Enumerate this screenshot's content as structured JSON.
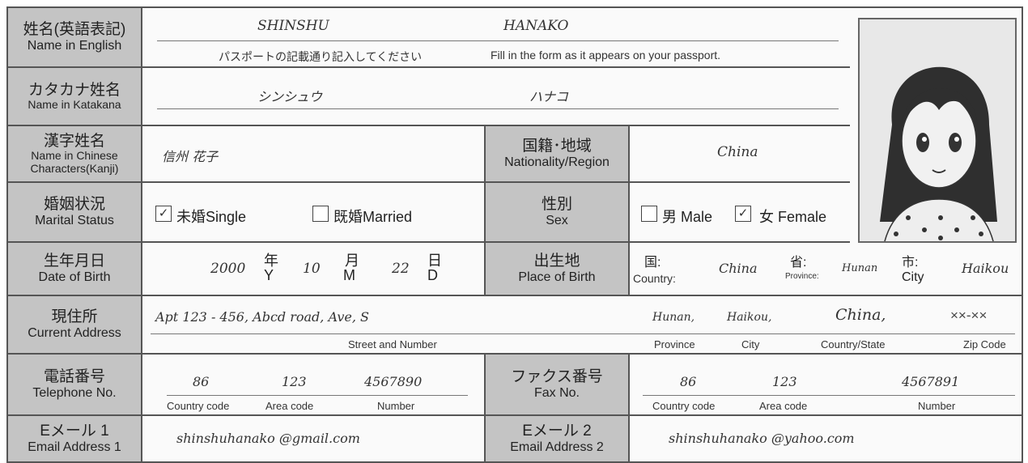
{
  "labels": {
    "name_en": {
      "jp": "姓名(英語表記)",
      "en": "Name in English"
    },
    "katakana": {
      "jp": "カタカナ姓名",
      "en": "Name in Katakana"
    },
    "kanji": {
      "jp": "漢字姓名",
      "en1": "Name in Chinese",
      "en2": "Characters(Kanji)"
    },
    "nationality": {
      "jp": "国籍･地域",
      "en": "Nationality/Region"
    },
    "marital": {
      "jp": "婚姻状況",
      "en": "Marital Status"
    },
    "sex": {
      "jp": "性別",
      "en": "Sex"
    },
    "dob": {
      "jp": "生年月日",
      "en": "Date of Birth"
    },
    "pob": {
      "jp": "出生地",
      "en": "Place of Birth"
    },
    "address": {
      "jp": "現住所",
      "en": "Current Address"
    },
    "tel": {
      "jp": "電話番号",
      "en": "Telephone No."
    },
    "fax": {
      "jp": "ファクス番号",
      "en": "Fax No."
    },
    "email1": {
      "jp": "Eメール 1",
      "en": "Email Address 1"
    },
    "email2": {
      "jp": "Eメール 2",
      "en": "Email Address 2"
    }
  },
  "values": {
    "surname_en": "SHINSHU",
    "given_en": "HANAKO",
    "passport_note_jp": "パスポートの記載通り記入してください",
    "passport_note_en": "Fill in the form as it appears on your passport.",
    "surname_kana": "シンシュウ",
    "given_kana": "ハナコ",
    "kanji_name": "信州 花子",
    "nationality": "China",
    "marital_single": "未婚Single",
    "marital_married": "既婚Married",
    "marital_single_checked": true,
    "marital_married_checked": false,
    "sex_male": "男 Male",
    "sex_female": "女 Female",
    "sex_male_checked": false,
    "sex_female_checked": true,
    "dob_year": "2000",
    "dob_month": "10",
    "dob_day": "22",
    "year_jp": "年",
    "year_en": "Y",
    "month_jp": "月",
    "month_en": "M",
    "day_jp": "日",
    "day_en": "D",
    "pob_country_jp": "国:",
    "pob_country_en": "Country:",
    "pob_country": "China",
    "pob_province_jp": "省:",
    "pob_province_en": "Province:",
    "pob_province": "Hunan",
    "pob_city_jp": "市:",
    "pob_city_en": "City",
    "pob_city": "Haikou",
    "street": "Apt 123 - 456, Abcd road, Ave, S",
    "street_caption": "Street and Number",
    "addr_province": "Hunan,",
    "addr_city": "Haikou,",
    "addr_country": "China,",
    "addr_zip": "××-××",
    "cap_province": "Province",
    "cap_city": "City",
    "cap_country": "Country/State",
    "cap_zip": "Zip Code",
    "tel_country": "86",
    "tel_area": "123",
    "tel_number": "4567890",
    "fax_country": "86",
    "fax_area": "123",
    "fax_number": "4567891",
    "cap_country_code": "Country code",
    "cap_area_code": "Area code",
    "cap_number": "Number",
    "email1": "shinshuhanako @gmail.com",
    "email2": "shinshuhanako @yahoo.com"
  },
  "icons": {
    "check": "✓"
  }
}
